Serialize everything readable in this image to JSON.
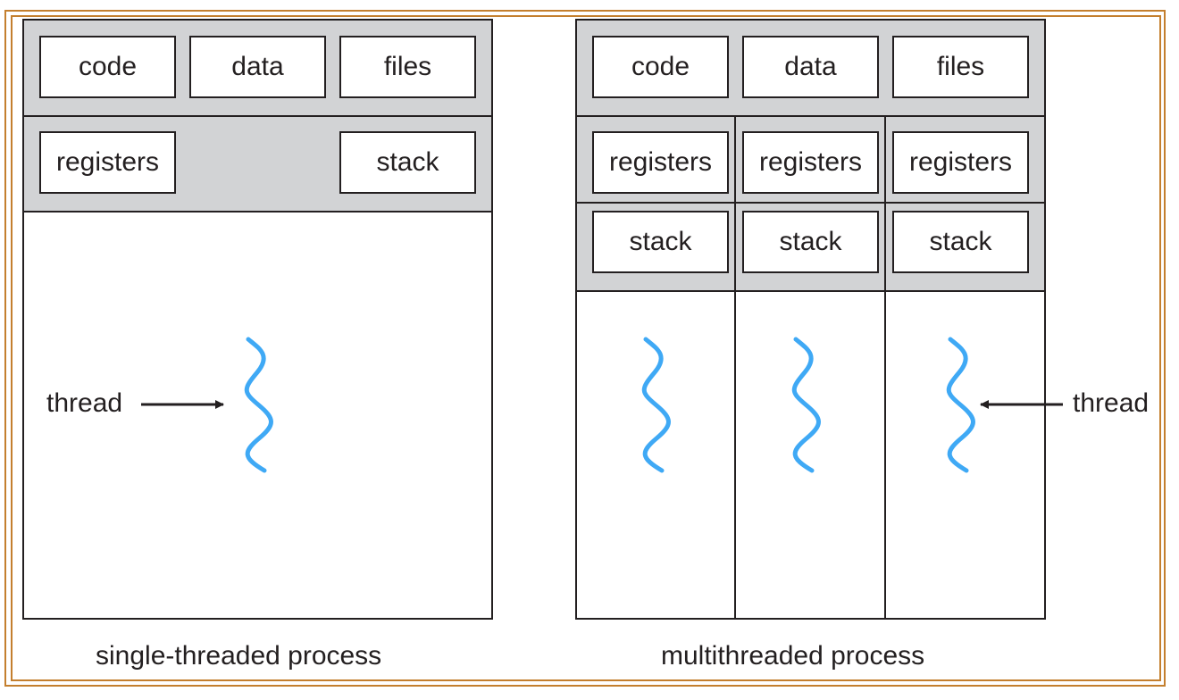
{
  "single": {
    "resources": {
      "code": "code",
      "data": "data",
      "files": "files"
    },
    "registers": "registers",
    "stack": "stack",
    "thread_label": "thread",
    "caption": "single-threaded process"
  },
  "multi": {
    "resources": {
      "code": "code",
      "data": "data",
      "files": "files"
    },
    "threads": [
      {
        "registers": "registers",
        "stack": "stack"
      },
      {
        "registers": "registers",
        "stack": "stack"
      },
      {
        "registers": "registers",
        "stack": "stack"
      }
    ],
    "thread_label": "thread",
    "caption": "multithreaded process"
  },
  "colors": {
    "frame": "#c47f2e",
    "shared_region": "#d2d3d5",
    "thread_squiggle": "#3fa9f5",
    "outline": "#231f20"
  }
}
